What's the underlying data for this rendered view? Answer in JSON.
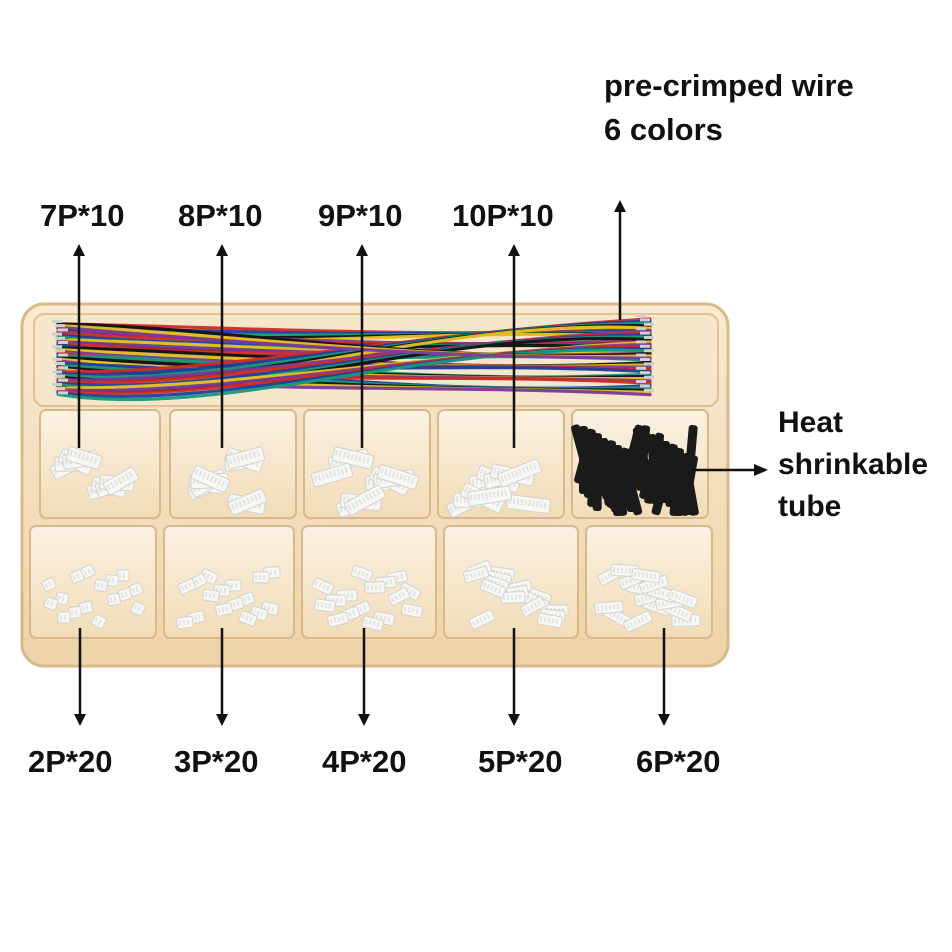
{
  "annotations": {
    "wire_title_line1": "pre-crimped wire",
    "wire_title_line2": "6 colors",
    "heat_line1": "Heat",
    "heat_line2": "shrinkable",
    "heat_line3": "tube",
    "top_labels": [
      "7P*10",
      "8P*10",
      "9P*10",
      "10P*10"
    ],
    "bottom_labels": [
      "2P*20",
      "3P*20",
      "4P*20",
      "5P*20",
      "6P*20"
    ]
  },
  "colors": {
    "box": "#f4e2c4",
    "box_edge": "#d9b989",
    "connector": "#f7f7f5",
    "tube": "#1a1a1a",
    "wires": [
      "#d22a22",
      "#1f3f9e",
      "#149a7a",
      "#121212",
      "#e8c21d",
      "#7a3a9a"
    ]
  }
}
